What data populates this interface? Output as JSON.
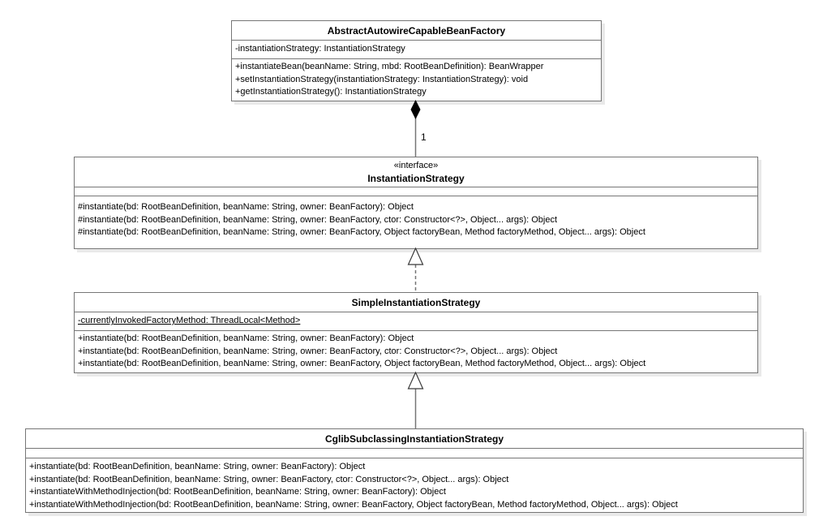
{
  "diagram": {
    "type": "uml-class-diagram",
    "classes": [
      {
        "name": "AbstractAutowireCapableBeanFactory",
        "stereotype": "",
        "attributes": [
          "-instantiationStrategy: InstantiationStrategy"
        ],
        "methods": [
          "+instantiateBean(beanName: String, mbd: RootBeanDefinition): BeanWrapper",
          "+setInstantiationStrategy(instantiationStrategy: InstantiationStrategy): void",
          "+getInstantiationStrategy(): InstantiationStrategy"
        ]
      },
      {
        "name": "InstantiationStrategy",
        "stereotype": "«interface»",
        "attributes": [],
        "methods": [
          "#instantiate(bd: RootBeanDefinition, beanName: String, owner: BeanFactory): Object",
          "#instantiate(bd: RootBeanDefinition, beanName: String, owner: BeanFactory, ctor: Constructor<?>, Object... args): Object",
          "#instantiate(bd: RootBeanDefinition, beanName: String, owner: BeanFactory, Object factoryBean, Method factoryMethod, Object... args): Object"
        ]
      },
      {
        "name": "SimpleInstantiationStrategy",
        "stereotype": "",
        "attributes": [
          "-currentlyInvokedFactoryMethod: ThreadLocal<Method>"
        ],
        "methods": [
          "+instantiate(bd: RootBeanDefinition, beanName: String, owner: BeanFactory): Object",
          "+instantiate(bd: RootBeanDefinition, beanName: String, owner: BeanFactory, ctor: Constructor<?>, Object... args): Object",
          "+instantiate(bd: RootBeanDefinition, beanName: String, owner: BeanFactory, Object factoryBean, Method factoryMethod, Object... args): Object"
        ]
      },
      {
        "name": "CglibSubclassingInstantiationStrategy",
        "stereotype": "",
        "attributes": [],
        "methods": [
          "+instantiate(bd: RootBeanDefinition, beanName: String, owner: BeanFactory): Object",
          "+instantiate(bd: RootBeanDefinition, beanName: String, owner: BeanFactory, ctor: Constructor<?>, Object... args): Object",
          "+instantiateWithMethodInjection(bd: RootBeanDefinition, beanName: String, owner: BeanFactory): Object",
          "+instantiateWithMethodInjection(bd: RootBeanDefinition, beanName: String, owner: BeanFactory, Object factoryBean, Method factoryMethod, Object... args): Object"
        ]
      }
    ],
    "relationships": [
      {
        "type": "composition",
        "from": "InstantiationStrategy",
        "to": "AbstractAutowireCapableBeanFactory",
        "multiplicity": "1"
      },
      {
        "type": "realization",
        "from": "SimpleInstantiationStrategy",
        "to": "InstantiationStrategy",
        "multiplicity": ""
      },
      {
        "type": "generalization",
        "from": "CglibSubclassingInstantiationStrategy",
        "to": "SimpleInstantiationStrategy",
        "multiplicity": ""
      }
    ],
    "colors": {
      "box_border": "#767676",
      "box_background": "#ffffff",
      "shadow": "#e9e9e9",
      "text": "#000000",
      "connector_line": "#757575",
      "diamond_fill": "#000000",
      "triangle_fill": "#ffffff"
    }
  }
}
